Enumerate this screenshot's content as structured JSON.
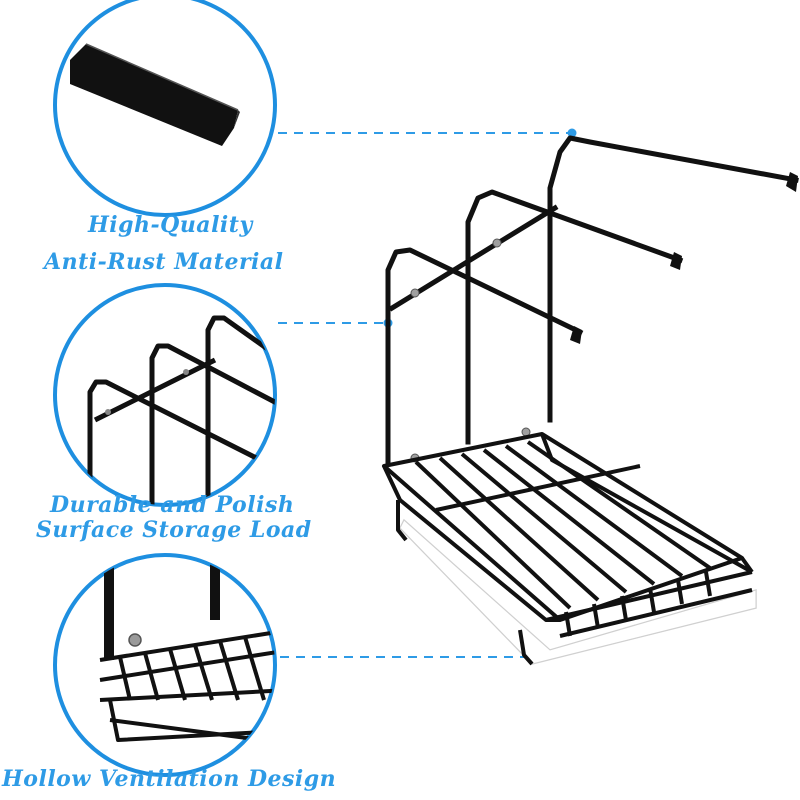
{
  "features": [
    {
      "id": "material",
      "lines": [
        "High-Quality",
        "Anti-Rust Material"
      ],
      "detail": "bar-end-closeup"
    },
    {
      "id": "surface",
      "lines": [
        "Durable and Polish",
        "Surface Storage Load"
      ],
      "detail": "towel-bars-closeup"
    },
    {
      "id": "ventilation",
      "lines": [
        "Hollow Ventilation Design"
      ],
      "detail": "wire-basket-closeup"
    }
  ],
  "colors": {
    "accent": "#2e9be6",
    "metal": "#111111",
    "tray": "#ffffff",
    "circle": "#1e8fe0"
  }
}
